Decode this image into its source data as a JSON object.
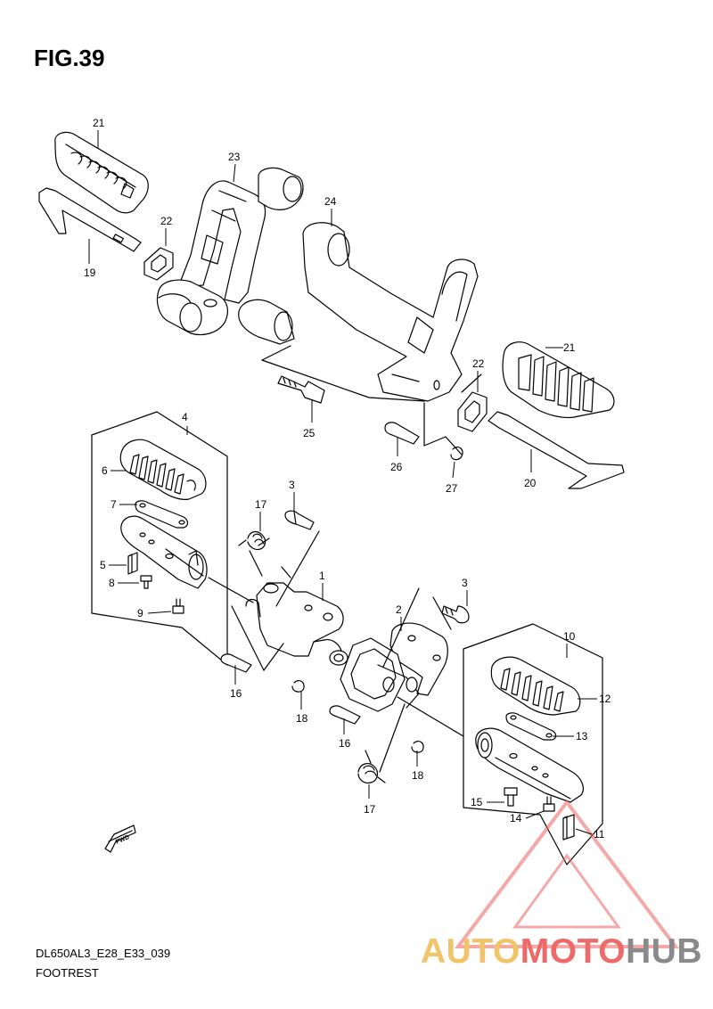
{
  "figure": {
    "title": "FIG.39",
    "code": "DL650AL3_E28_E33_039",
    "name": "FOOTREST"
  },
  "fwd_label": "FWD",
  "callouts": [
    {
      "id": "c21a",
      "text": "21"
    },
    {
      "id": "c23",
      "text": "23"
    },
    {
      "id": "c22a",
      "text": "22"
    },
    {
      "id": "c24",
      "text": "24"
    },
    {
      "id": "c19",
      "text": "19"
    },
    {
      "id": "c21b",
      "text": "21"
    },
    {
      "id": "c22b",
      "text": "22"
    },
    {
      "id": "c25",
      "text": "25"
    },
    {
      "id": "c26",
      "text": "26"
    },
    {
      "id": "c27",
      "text": "27"
    },
    {
      "id": "c20",
      "text": "20"
    },
    {
      "id": "c4",
      "text": "4"
    },
    {
      "id": "c6",
      "text": "6"
    },
    {
      "id": "c7",
      "text": "7"
    },
    {
      "id": "c5",
      "text": "5"
    },
    {
      "id": "c8",
      "text": "8"
    },
    {
      "id": "c9",
      "text": "9"
    },
    {
      "id": "c17a",
      "text": "17"
    },
    {
      "id": "c3a",
      "text": "3"
    },
    {
      "id": "c1",
      "text": "1"
    },
    {
      "id": "c16a",
      "text": "16"
    },
    {
      "id": "c18a",
      "text": "18"
    },
    {
      "id": "c3b",
      "text": "3"
    },
    {
      "id": "c2",
      "text": "2"
    },
    {
      "id": "c16b",
      "text": "16"
    },
    {
      "id": "c18b",
      "text": "18"
    },
    {
      "id": "c17b",
      "text": "17"
    },
    {
      "id": "c10",
      "text": "10"
    },
    {
      "id": "c12",
      "text": "12"
    },
    {
      "id": "c13",
      "text": "13"
    },
    {
      "id": "c15",
      "text": "15"
    },
    {
      "id": "c14",
      "text": "14"
    },
    {
      "id": "c11",
      "text": "11"
    }
  ],
  "watermark": {
    "part1": "AUTO",
    "part2": "MOTO",
    "part3": "HUB",
    "color1": "#f2c46a",
    "color2": "#ec6a6a",
    "color3": "#8a8a8a"
  },
  "colors": {
    "line": "#000000",
    "watermark_triangle": "#ee6262"
  }
}
